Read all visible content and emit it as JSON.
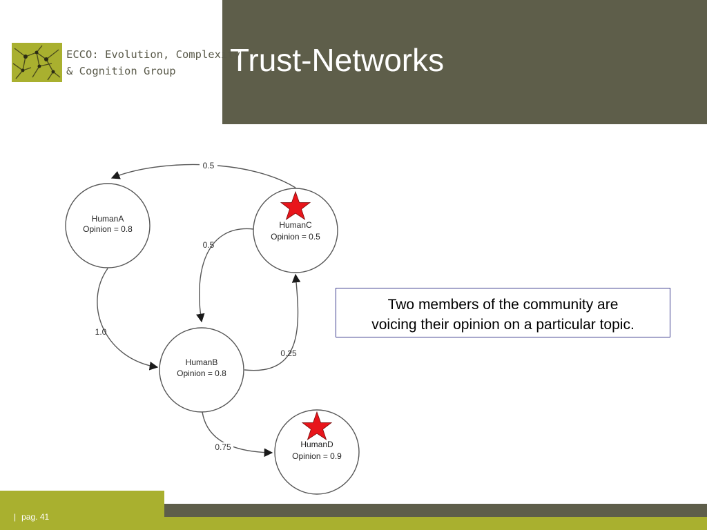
{
  "header": {
    "title": "Trust-Networks",
    "logo": {
      "line1": "ECCO: Evolution, Complexity",
      "line2": "& Cognition Group",
      "icon": "neuron-logo-icon"
    }
  },
  "diagram": {
    "nodes": [
      {
        "id": "A",
        "name": "HumanA",
        "opinion": "Opinion = 0.8",
        "starred": false
      },
      {
        "id": "B",
        "name": "HumanB",
        "opinion": "Opinion = 0.8",
        "starred": false
      },
      {
        "id": "C",
        "name": "HumanC",
        "opinion": "Opinion = 0.5",
        "starred": true
      },
      {
        "id": "D",
        "name": "HumanD",
        "opinion": "Opinion = 0.9",
        "starred": true
      }
    ],
    "edges": [
      {
        "from": "C",
        "to": "A",
        "label": "0.5"
      },
      {
        "from": "C",
        "to": "B",
        "label": "0.5"
      },
      {
        "from": "A",
        "to": "B",
        "label": "1.0"
      },
      {
        "from": "B",
        "to": "C",
        "label": "0.25"
      },
      {
        "from": "B",
        "to": "D",
        "label": "0.75"
      }
    ],
    "star_color": "#e8151b"
  },
  "callout": {
    "line1": "Two members of the community are",
    "line2": "voicing their opinion on a particular topic."
  },
  "footer": {
    "separator": "|",
    "page_label": "pag. 41"
  },
  "colors": {
    "header_band": "#5e5e4a",
    "accent_green": "#a9b02f"
  }
}
